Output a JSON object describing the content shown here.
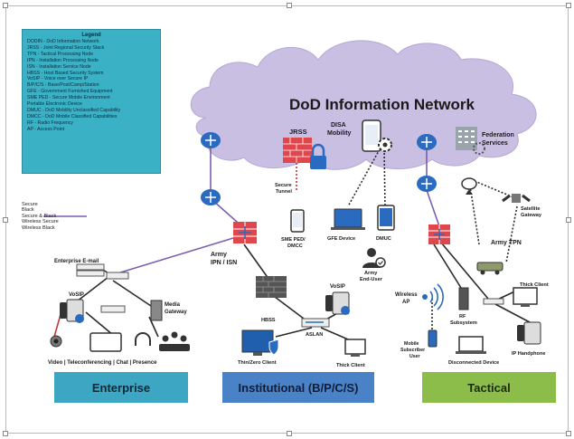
{
  "legend": {
    "title": "Legend",
    "items": [
      "DODIN - DoD Information Network",
      "JRSS - Joint Regional Security Stack",
      "TPN - Tactical Processing Node",
      "IPN - Installation Processing Node",
      "ISN - Installation Service Node",
      "HBSS - Host Based Security System",
      "VoSIP - Voice over Secure IP",
      "B/P/C/S - Base/Post/Camp/Station",
      "GFE - Government Furnished Equipment",
      "SME PED - Secure Mobile Environment",
      "Portable Electronic Device",
      "DMUC - DoD Mobility Unclassified Capability",
      "DMCC - DoD Mobile Classified Capabilities",
      "RF - Radio Frequency",
      "AP - Access Point"
    ]
  },
  "line_key": [
    "Secure",
    "Black",
    "Secure & Black",
    "Wireless Secure",
    "Wireless Black"
  ],
  "cloud": {
    "title": "DoD Information Network",
    "jrss": "JRSS",
    "disa_mobility": [
      "DISA",
      "Mobility"
    ],
    "federation": [
      "Federation",
      "Services"
    ]
  },
  "labels": {
    "secure_tunnel": [
      "Secure",
      "Tunnel"
    ],
    "sme_ped": [
      "SME PED/",
      "DMCC"
    ],
    "gfe_device": "GFE Device",
    "dmuc": "DMUC",
    "army_end_user": [
      "Army",
      "End-User"
    ],
    "army_ipn": [
      "Army",
      "IPN / ISN"
    ],
    "enterprise_email": "Enterprise E-mail",
    "vosip_left": "VoSIP",
    "media_gateway": [
      "Media",
      "Gateway"
    ],
    "ent_services": "Video | Teleconferencing | Chat | Presence",
    "hbss": "HBSS",
    "vosip_mid": "VoSIP",
    "aslan": "ASLAN",
    "thin_client": "Thin/Zero Client",
    "thick_client_mid": "Thick Client",
    "satellite_gateway": [
      "Satellite",
      "Gateway"
    ],
    "army_tpn": "Army TPN",
    "wireless_ap": [
      "Wireless",
      "AP"
    ],
    "rf_subsystem": [
      "RF",
      "Subsystem"
    ],
    "thick_client_right": "Thick Client",
    "mobile_subscriber": [
      "Mobile",
      "Subscriber",
      "User"
    ],
    "disconnected_device": "Disconnected Device",
    "ip_handphone": "IP Handphone"
  },
  "sections": {
    "enterprise": "Enterprise",
    "institutional": "Institutional (B/P/C/S)",
    "tactical": "Tactical"
  },
  "colors": {
    "legend_bg": "#3bb1c6",
    "cloud": "#c9bfe3",
    "router": "#2a6bc0",
    "firewall": "#e0474c",
    "enterprise_box": "#3da6c3",
    "institutional_box": "#4a82c8",
    "tactical_box": "#8cbd4a",
    "secure_line": "#c8353a",
    "black_line": "#2b2b2b",
    "secure_black_line": "#7a5fb0"
  }
}
